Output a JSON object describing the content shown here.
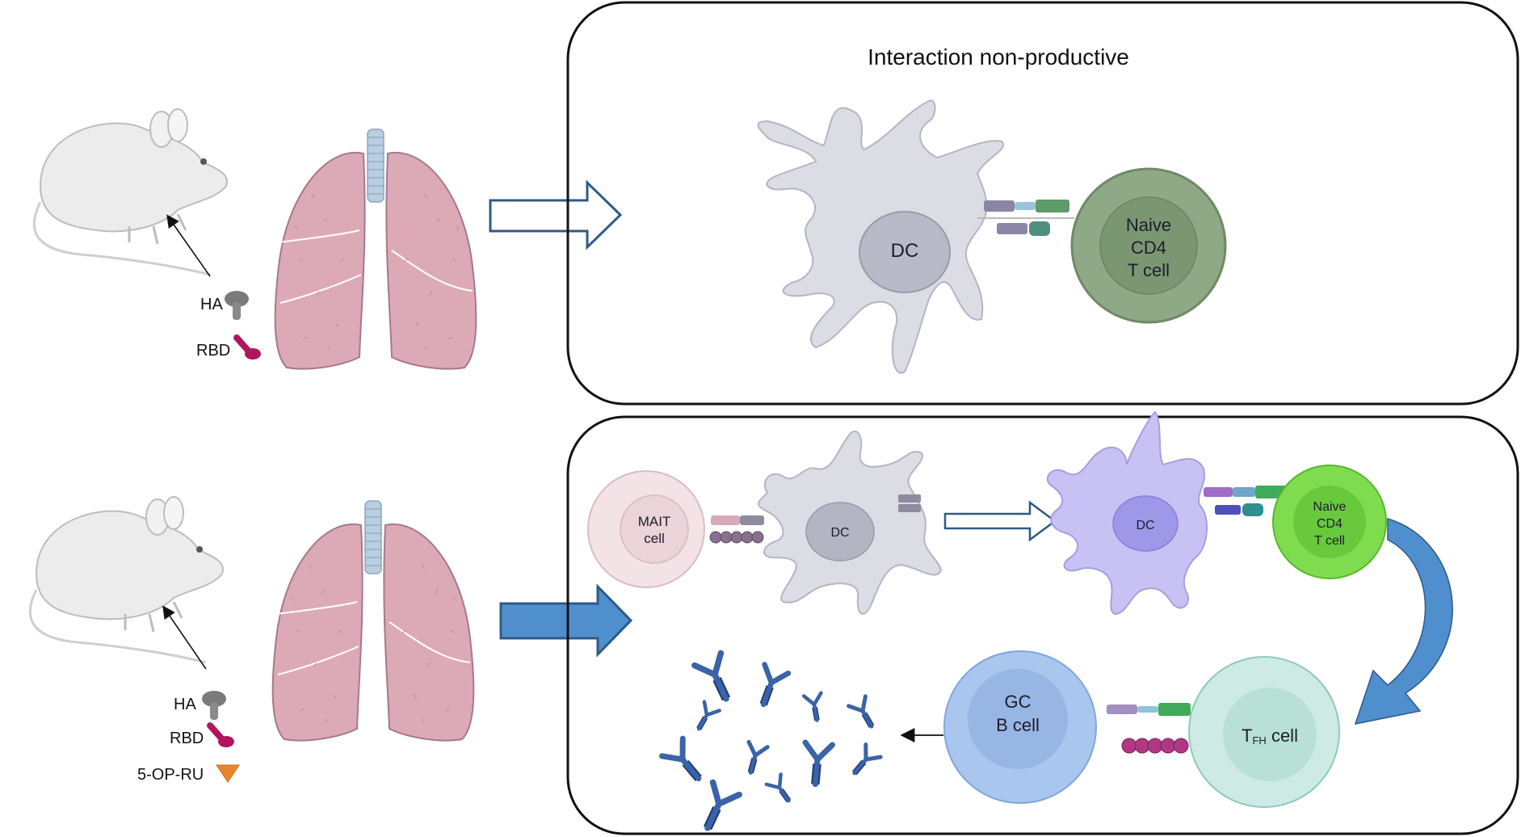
{
  "panel_top": {
    "title": "Interaction non-productive",
    "dc_label": "DC",
    "tcell_label": [
      "Naive",
      "CD4",
      "T cell"
    ]
  },
  "panel_bottom": {
    "mait_label": [
      "MAIT",
      "cell"
    ],
    "dc1_label": "DC",
    "dc2_label": "DC",
    "tcell_label": [
      "Naive",
      "CD4",
      "T cell"
    ],
    "bcell_label": [
      "GC",
      "B cell"
    ],
    "tfh_label_main": "T",
    "tfh_label_sub": "FH",
    "tfh_label_suffix": " cell"
  },
  "mouse_top": {
    "antigens": [
      "HA",
      "RBD"
    ]
  },
  "mouse_bottom": {
    "antigens": [
      "HA",
      "RBD",
      "5-OP-RU"
    ]
  },
  "colors": {
    "dc_top": "#dcdce4",
    "tcell_top": "#8fa886",
    "mait": "#f0dfe3",
    "dc_purple": "#c8c2f4",
    "tcell_green": "#7fdc4f",
    "bcell": "#a9c6ef",
    "tfh": "#cdeae4",
    "antibody": "#3b63a8",
    "arrow_blue": "#4f8fce",
    "antigen_orange": "#e9862d",
    "antigen_magenta": "#b0155e",
    "lung_pink": "#dcaab7"
  }
}
